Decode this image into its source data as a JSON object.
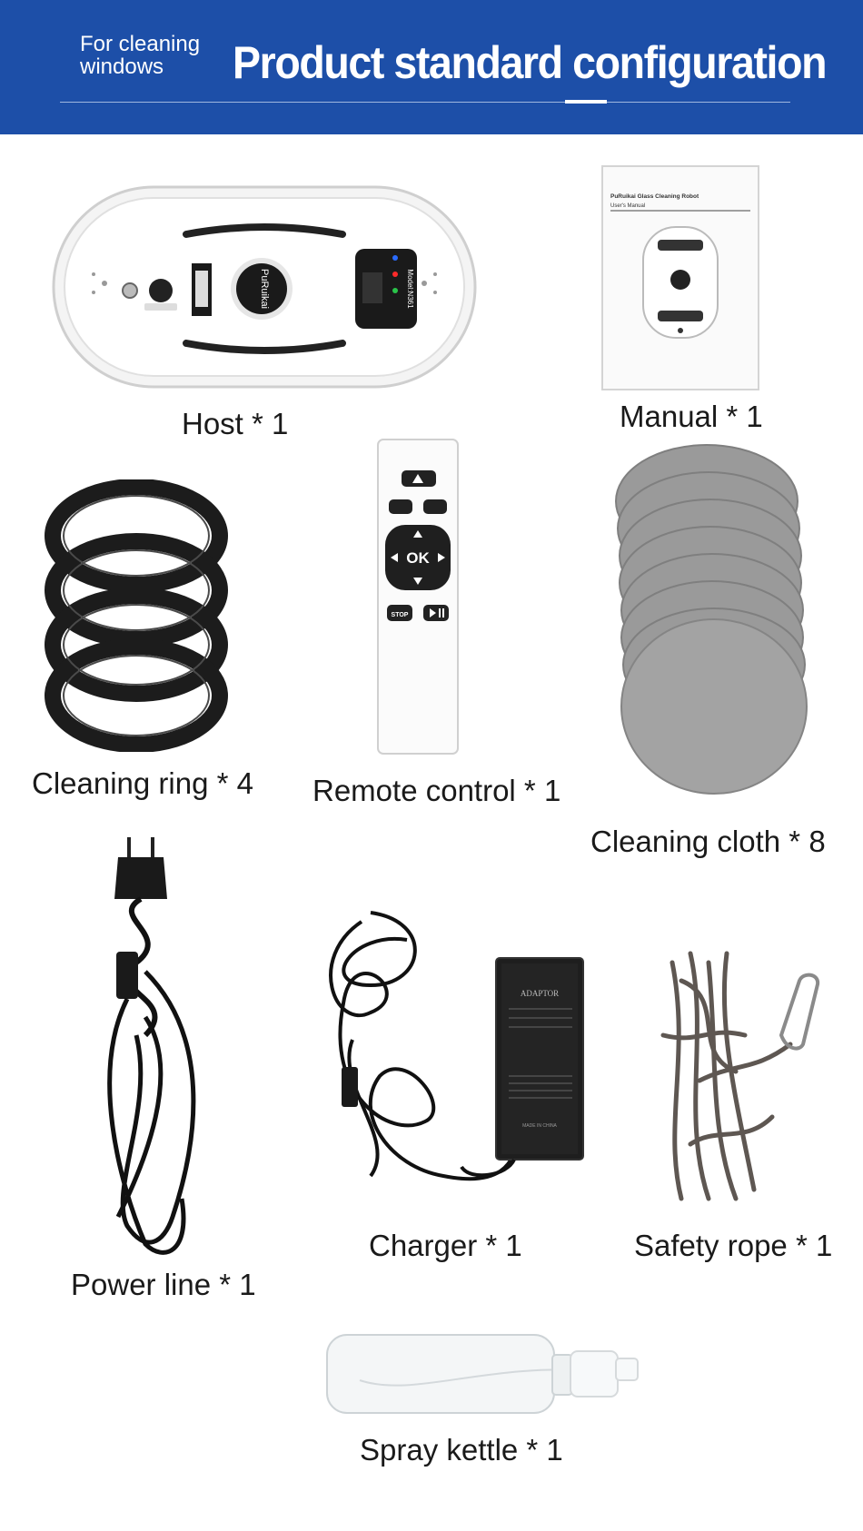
{
  "header": {
    "subtitle_line1": "For cleaning",
    "subtitle_line2": "windows",
    "title": "Product standard configuration"
  },
  "items": {
    "host": "Host * 1",
    "manual": "Manual * 1",
    "cleaning_ring": "Cleaning ring * 4",
    "remote_control": "Remote control * 1",
    "cleaning_cloth": "Cleaning cloth * 8",
    "power_line": "Power line * 1",
    "charger": "Charger * 1",
    "safety_rope": "Safety rope * 1",
    "spray_kettle": "Spray kettle * 1"
  },
  "host_labels": {
    "brand": "PuRuikai",
    "model": "Model:N361"
  },
  "manual_text": {
    "title": "PuRuikai Glass Cleaning Robot",
    "subtitle": "User's Manual"
  },
  "remote_buttons": {
    "ok": "OK",
    "stop": "STOP"
  },
  "charger_label": {
    "title": "ADAPTOR",
    "made": "MADE IN CHINA"
  },
  "colors": {
    "banner": "#1d4fa8",
    "caption": "#1a1a1a",
    "background": "#ffffff"
  }
}
